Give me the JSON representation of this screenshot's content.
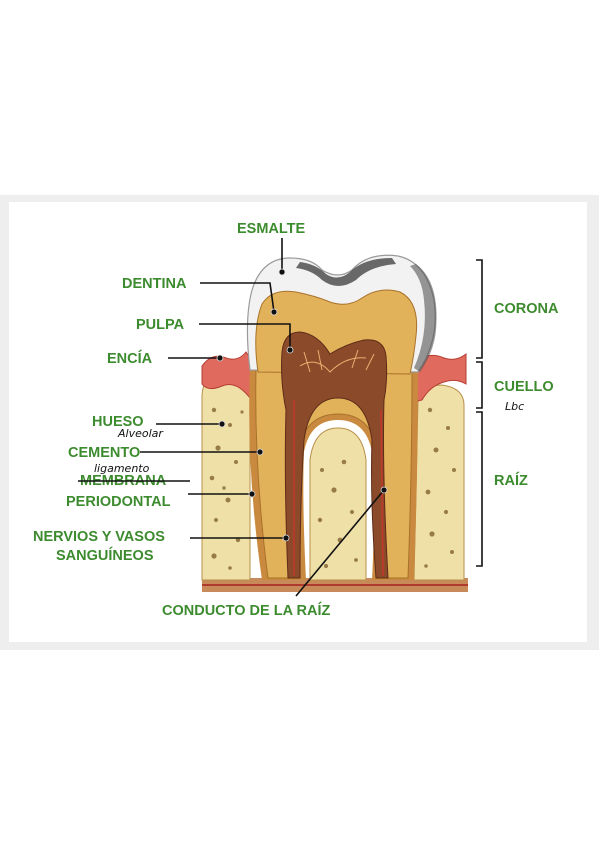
{
  "labels": {
    "esmalte": "ESMALTE",
    "dentina": "DENTINA",
    "pulpa": "PULPA",
    "encia": "ENCÍA",
    "hueso": "HUESO",
    "cemento": "CEMENTO",
    "membrana": "MEMBRANA",
    "periodontal": "PERIODONTAL",
    "nervios_line1": "NERVIOS Y VASOS",
    "nervios_line2": "SANGUÍNEOS",
    "conducto": "CONDUCTO DE LA RAÍZ",
    "corona": "CORONA",
    "cuello": "CUELLO",
    "raiz": "RAÍZ"
  },
  "handwritten": {
    "alveolar": "Alveolar",
    "ligamento": "ligamento",
    "cuello_note": "Lbc"
  },
  "colors": {
    "label_green": "#3d8b2f",
    "enamel": "#f2f2f2",
    "dentin": "#e2b25a",
    "pulp": "#8b4a2a",
    "bone": "#efe0a8",
    "gum": "#d9534f"
  }
}
